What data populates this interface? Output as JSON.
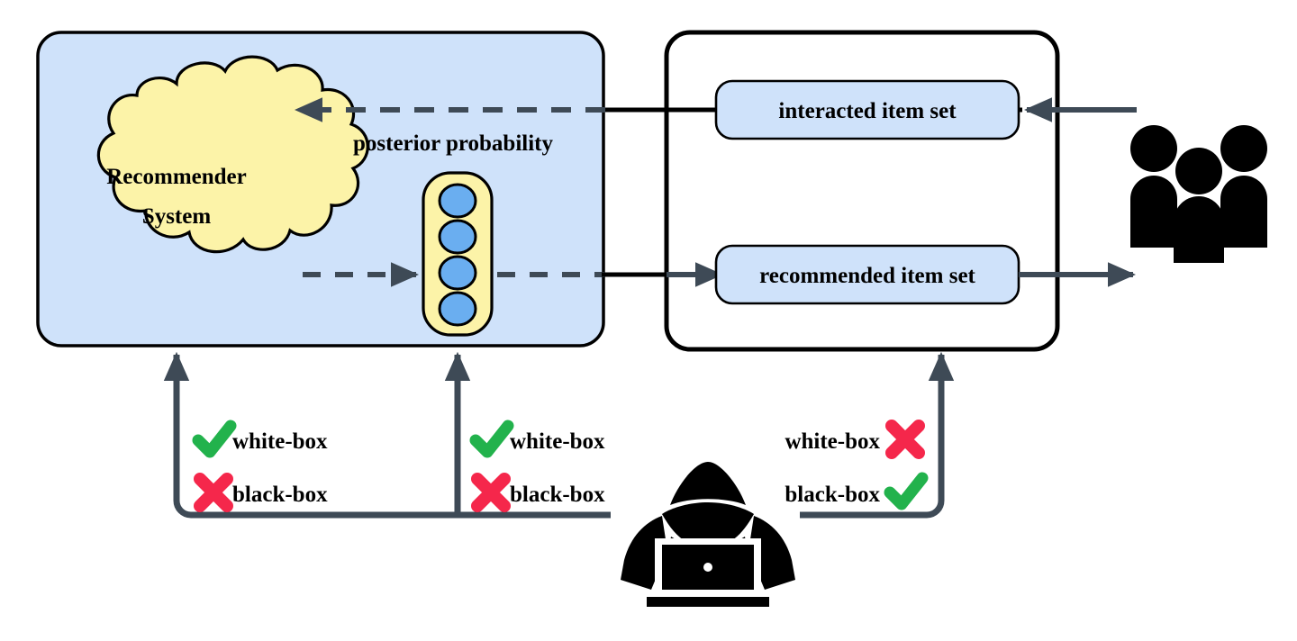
{
  "diagram": {
    "title": "Recommender system attack surface diagram",
    "system_panel": {
      "name": "recommender-system-panel",
      "fill": "#cfe2fa",
      "stroke": "#000000",
      "cloud": {
        "label_line1": "Recommender",
        "label_line2": "System",
        "fill": "#fcf3a8",
        "stroke": "#000000"
      },
      "posterior": {
        "label": "posterior probability",
        "box_fill": "#fcf3a8",
        "node_fill": "#6aaef0",
        "node_count": 4
      }
    },
    "data_panel": {
      "name": "item-set-panel",
      "fill": "#ffffff",
      "stroke": "#000000",
      "boxes": [
        {
          "label": "interacted item set",
          "fill": "#cfe2fa"
        },
        {
          "label": "recommended item set",
          "fill": "#cfe2fa"
        }
      ]
    },
    "users": {
      "name": "users-group-icon",
      "count": 3,
      "color": "#000000"
    },
    "attacker": {
      "name": "hacker-icon",
      "color": "#000000"
    },
    "attack_targets": [
      {
        "target": "recommender-system",
        "items": [
          {
            "label": "white-box",
            "mark": "check",
            "mark_color": "#22b24c",
            "icon_side": "left"
          },
          {
            "label": "black-box",
            "mark": "cross",
            "mark_color": "#f5274b",
            "icon_side": "left"
          }
        ]
      },
      {
        "target": "posterior-probability",
        "items": [
          {
            "label": "white-box",
            "mark": "check",
            "mark_color": "#22b24c",
            "icon_side": "left"
          },
          {
            "label": "black-box",
            "mark": "cross",
            "mark_color": "#f5274b",
            "icon_side": "left"
          }
        ]
      },
      {
        "target": "item-set-panel",
        "items": [
          {
            "label": "white-box",
            "mark": "cross",
            "mark_color": "#f5274b",
            "icon_side": "right"
          },
          {
            "label": "black-box",
            "mark": "check",
            "mark_color": "#22b24c",
            "icon_side": "right"
          }
        ]
      }
    ],
    "colors": {
      "arrow_dark": "#3e4a56",
      "arrow_black": "#000000",
      "panel_blue": "#cfe2fa",
      "cloud_yellow": "#fcf3a8",
      "node_blue": "#6aaef0",
      "check_green": "#22b24c",
      "cross_red": "#f5274b"
    }
  }
}
